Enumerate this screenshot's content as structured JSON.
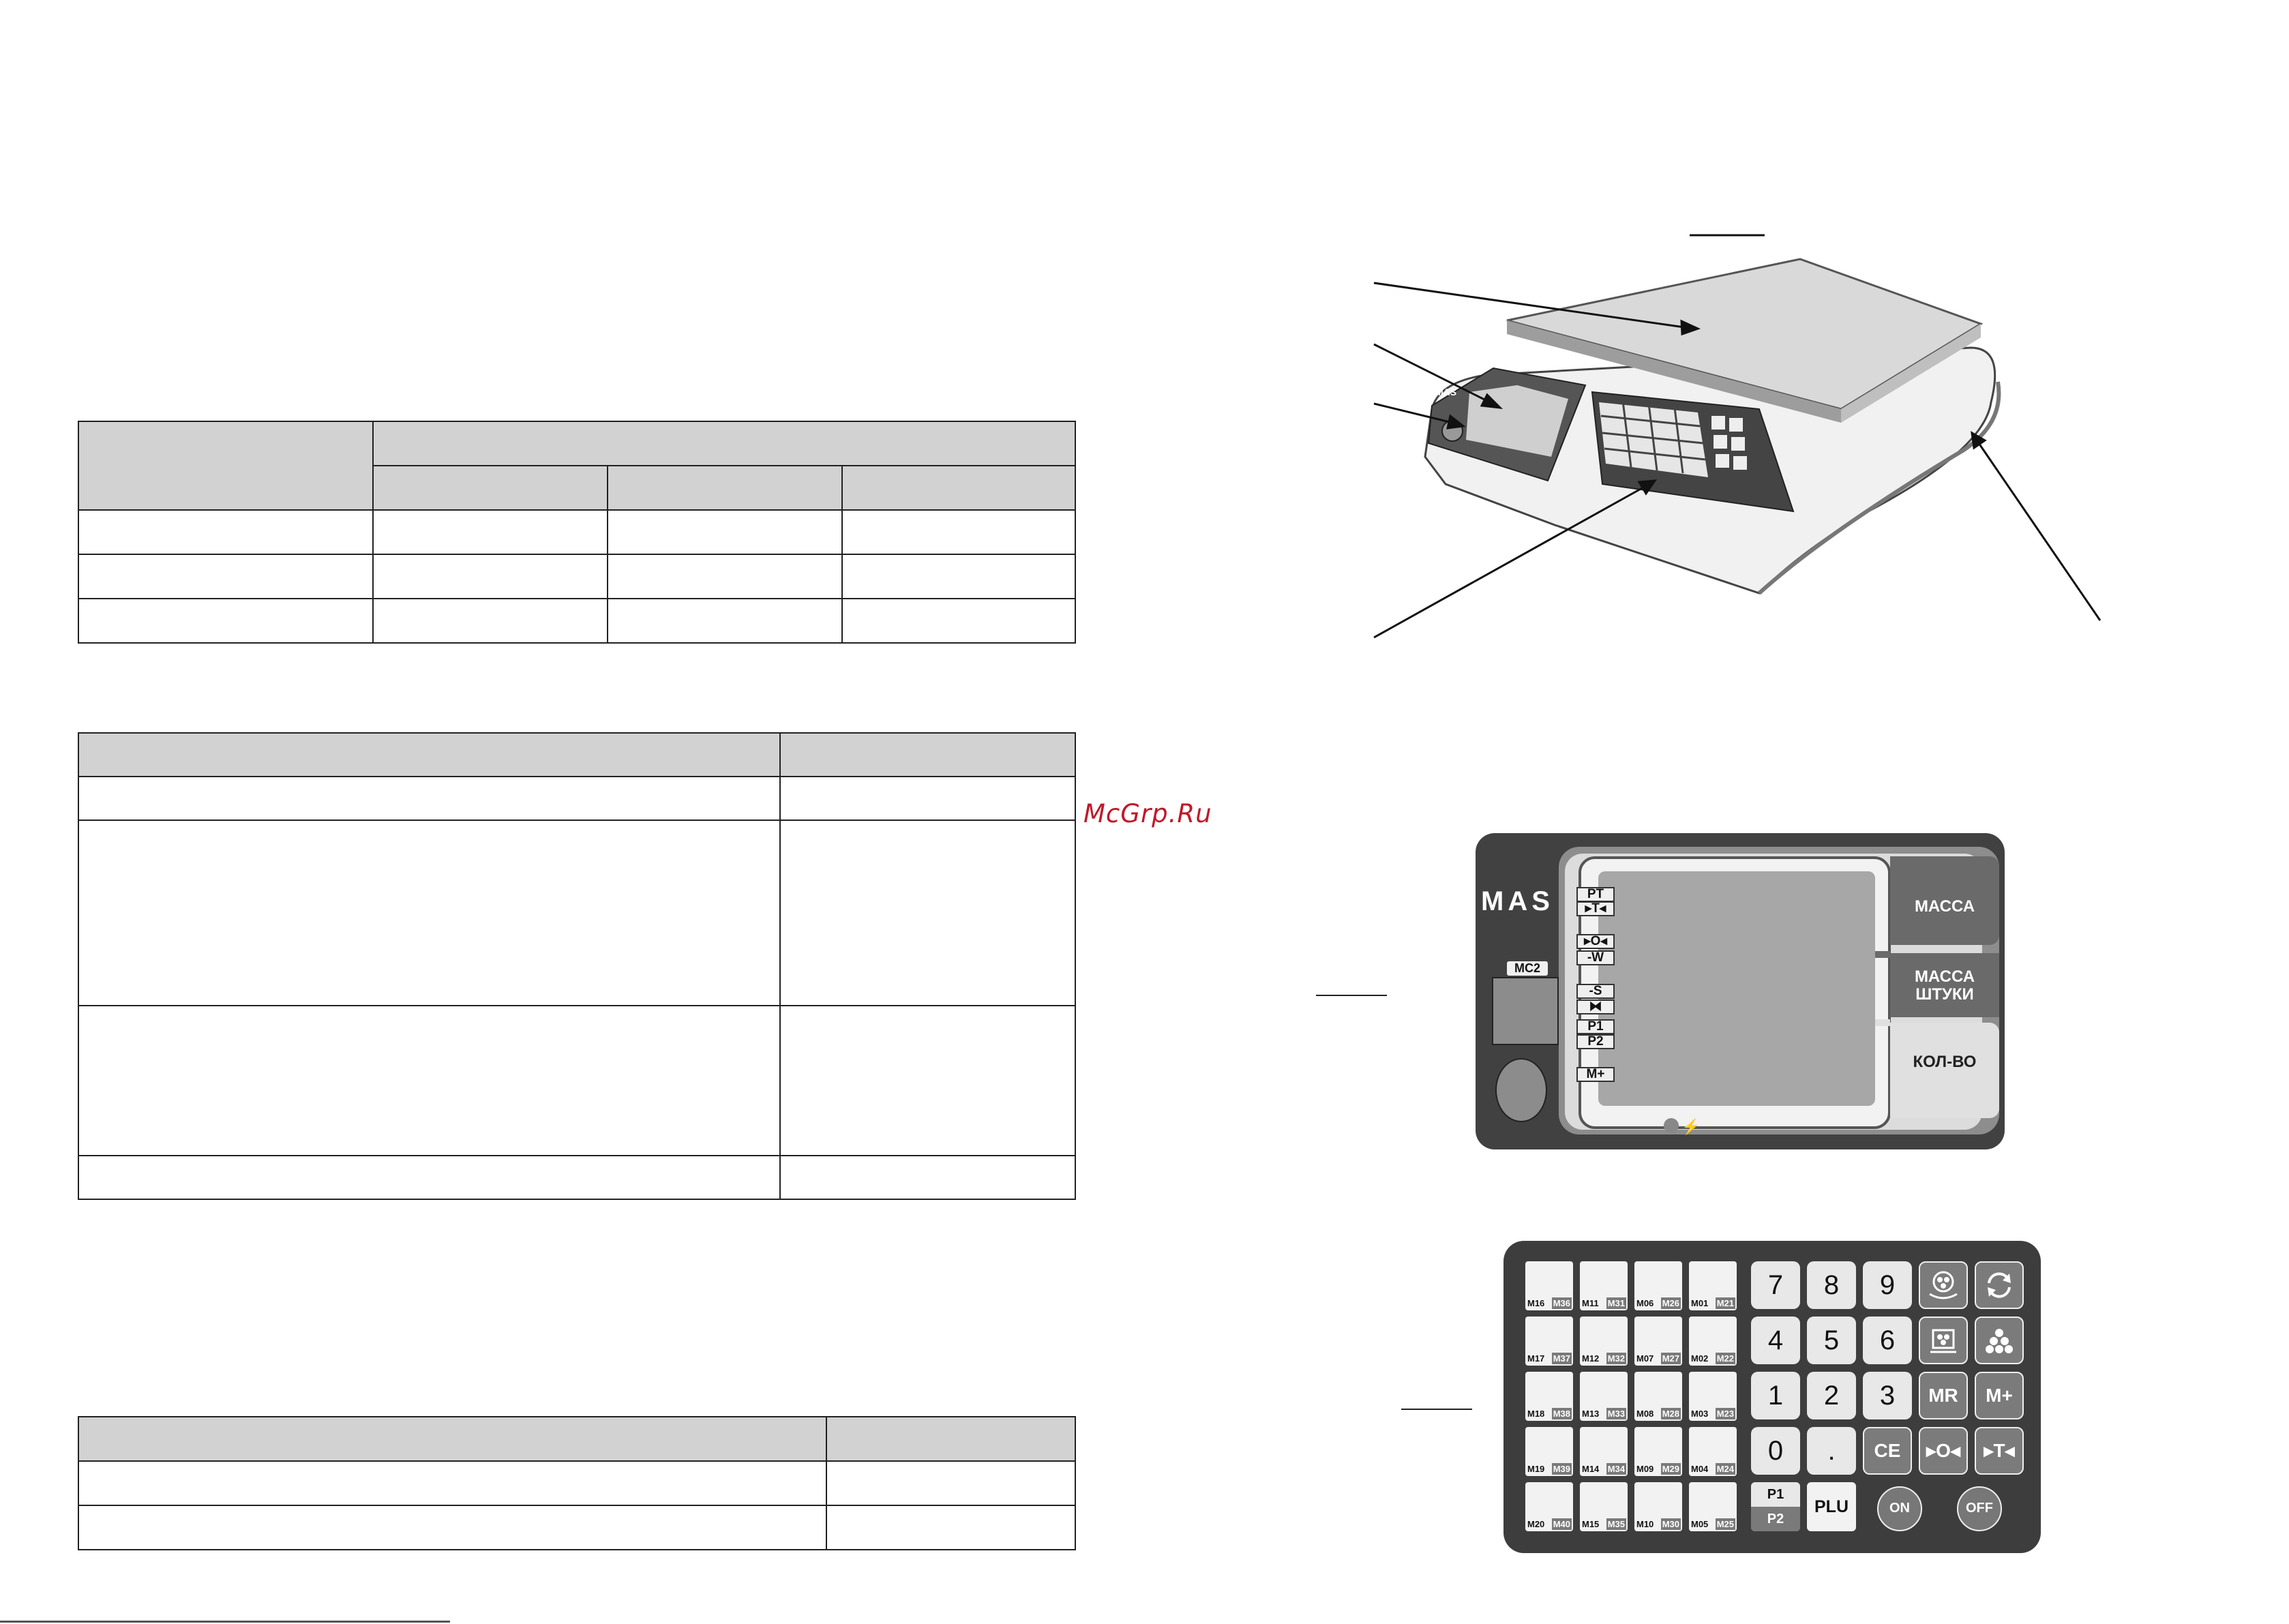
{
  "watermark": "McGrp.Ru",
  "display": {
    "brand": "MAS",
    "model": "MC2",
    "indicators": [
      "PT",
      "▸T◂",
      "▸O◂",
      "-W",
      "-S",
      "⧓",
      "P1",
      "P2",
      "M+"
    ],
    "right_labels": {
      "mass": "МАССА",
      "unit_mass_line1": "МАССА",
      "unit_mass_line2": "ШТУКИ",
      "count": "КОЛ-ВО"
    }
  },
  "keypad": {
    "memory_columns": [
      [
        [
          "M16",
          "M36"
        ],
        [
          "M17",
          "M37"
        ],
        [
          "M18",
          "M38"
        ],
        [
          "M19",
          "M39"
        ],
        [
          "M20",
          "M40"
        ]
      ],
      [
        [
          "M11",
          "M31"
        ],
        [
          "M12",
          "M32"
        ],
        [
          "M13",
          "M33"
        ],
        [
          "M14",
          "M34"
        ],
        [
          "M15",
          "M35"
        ]
      ],
      [
        [
          "M06",
          "M26"
        ],
        [
          "M07",
          "M27"
        ],
        [
          "M08",
          "M28"
        ],
        [
          "M09",
          "M29"
        ],
        [
          "M10",
          "M30"
        ]
      ],
      [
        [
          "M01",
          "M21"
        ],
        [
          "M02",
          "M22"
        ],
        [
          "M03",
          "M23"
        ],
        [
          "M04",
          "M24"
        ],
        [
          "M05",
          "M25"
        ]
      ]
    ],
    "digits": [
      "7",
      "8",
      "9",
      "4",
      "5",
      "6",
      "1",
      "2",
      "3",
      "0",
      "."
    ],
    "mr": "MR",
    "mplus": "M+",
    "ce": "CE",
    "zero": "▸O◂",
    "tare": "▸T◂",
    "p1": "P1",
    "p2": "P2",
    "plu": "PLU",
    "on": "ON",
    "off": "OFF"
  }
}
